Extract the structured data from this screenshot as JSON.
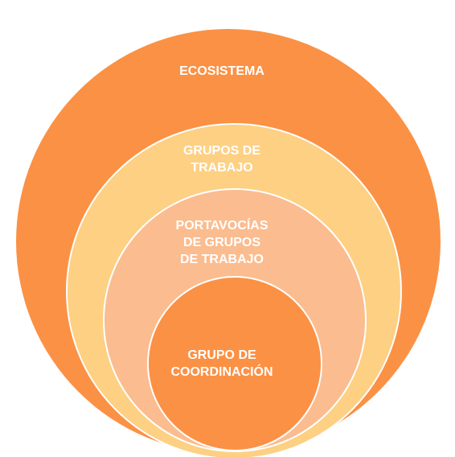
{
  "colors": {
    "outer": "#fb9145",
    "second": "#fdd083",
    "third": "#fbbc8f",
    "inner": "#fb9145",
    "ring_stroke": "#ffffff",
    "text": "#ffffff"
  },
  "circles": [
    {
      "label": "ECOSISTEMA"
    },
    {
      "label": "GRUPOS DE\nTRABAJO"
    },
    {
      "label": "PORTAVOCÍAS\nDE GRUPOS\nDE TRABAJO"
    },
    {
      "label": "GRUPO DE\nCOORDINACIÓN"
    }
  ]
}
